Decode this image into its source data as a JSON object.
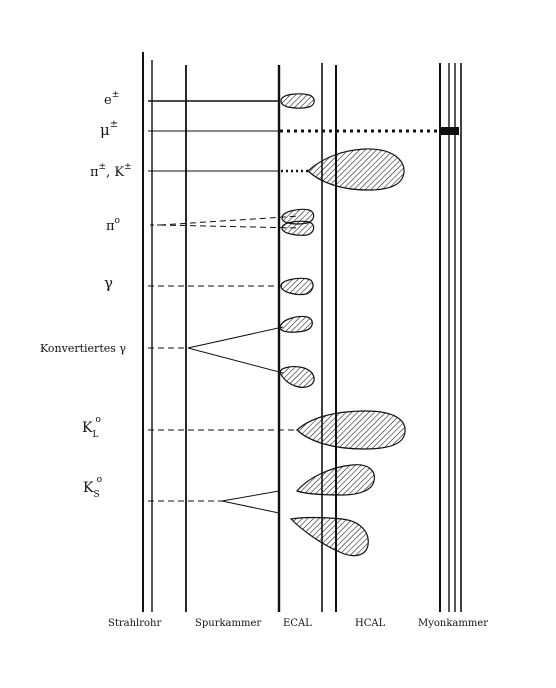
{
  "detectors": {
    "beam_pipe": "Strahlrohr",
    "tracker": "Spurkammer",
    "ecal": "ECAL",
    "hcal": "HCAL",
    "muon": "Myonkammer"
  },
  "particles": {
    "electron": {
      "base": "e",
      "sup": "±"
    },
    "muon": {
      "base": "μ",
      "sup": "±"
    },
    "charged_hadrons": {
      "pi": "π",
      "pi_sup": "±",
      "k": "K",
      "k_sup": "±"
    },
    "pi0": {
      "base": "π",
      "sup": "o"
    },
    "photon": {
      "base": "γ"
    },
    "converted_photon": "Konvertiertes γ",
    "k0l": {
      "base": "K",
      "sub": "L",
      "sup": "o"
    },
    "k0s": {
      "base": "K",
      "sub": "S",
      "sup": "o"
    }
  },
  "colors": {
    "ink": "#111111",
    "background": "#ffffff"
  }
}
